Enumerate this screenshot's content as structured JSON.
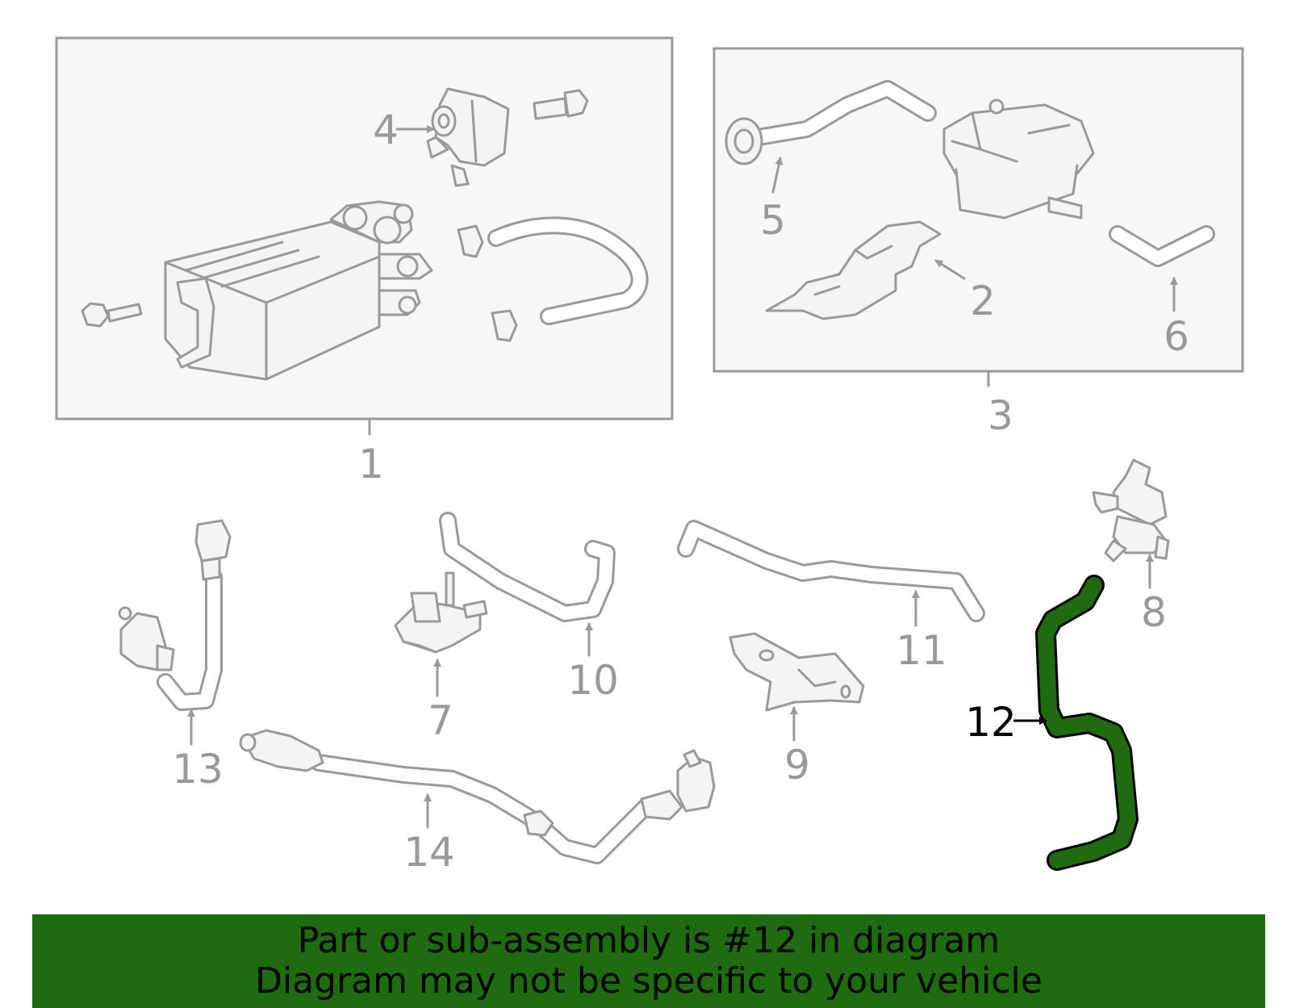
{
  "colors": {
    "highlight_fill": "#1f6b0f",
    "highlight_stroke": "#000000",
    "part_outline": "#9a9a9a",
    "callout_text": "#999999",
    "highlight_callout_text": "#000000",
    "banner_background": "#1f6b0f",
    "banner_text": "#000000"
  },
  "callouts": {
    "c1": "1",
    "c2": "2",
    "c3": "3",
    "c4": "4",
    "c5": "5",
    "c6": "6",
    "c7": "7",
    "c8": "8",
    "c9": "9",
    "c10": "10",
    "c11": "11",
    "c12": "12",
    "c13": "13",
    "c14": "14"
  },
  "highlighted_part": "12",
  "banner": {
    "line1": "Part or sub-assembly is #12 in diagram",
    "line2": "Diagram may not be specific to your vehicle"
  }
}
